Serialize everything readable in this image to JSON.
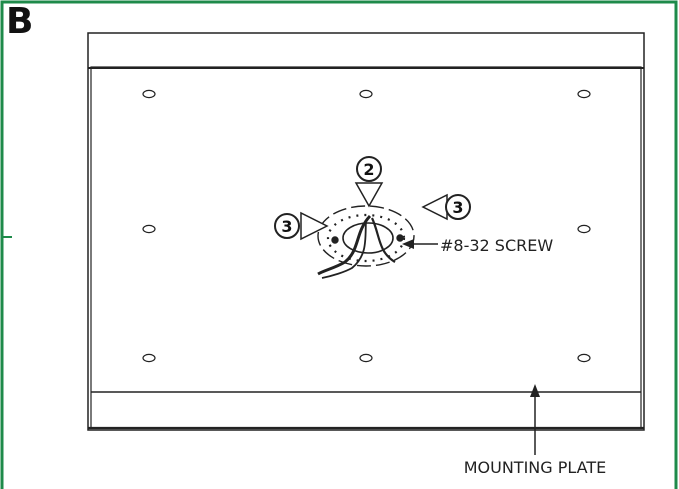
{
  "panel_letter": "B",
  "colors": {
    "frame": "#1e8a4a",
    "line": "#222222",
    "background": "#ffffff"
  },
  "callouts": {
    "step_top": "2",
    "step_left": "3",
    "step_right": "3"
  },
  "labels": {
    "screw": "#8-32 SCREW",
    "mounting_plate": "MOUNTING PLATE"
  }
}
